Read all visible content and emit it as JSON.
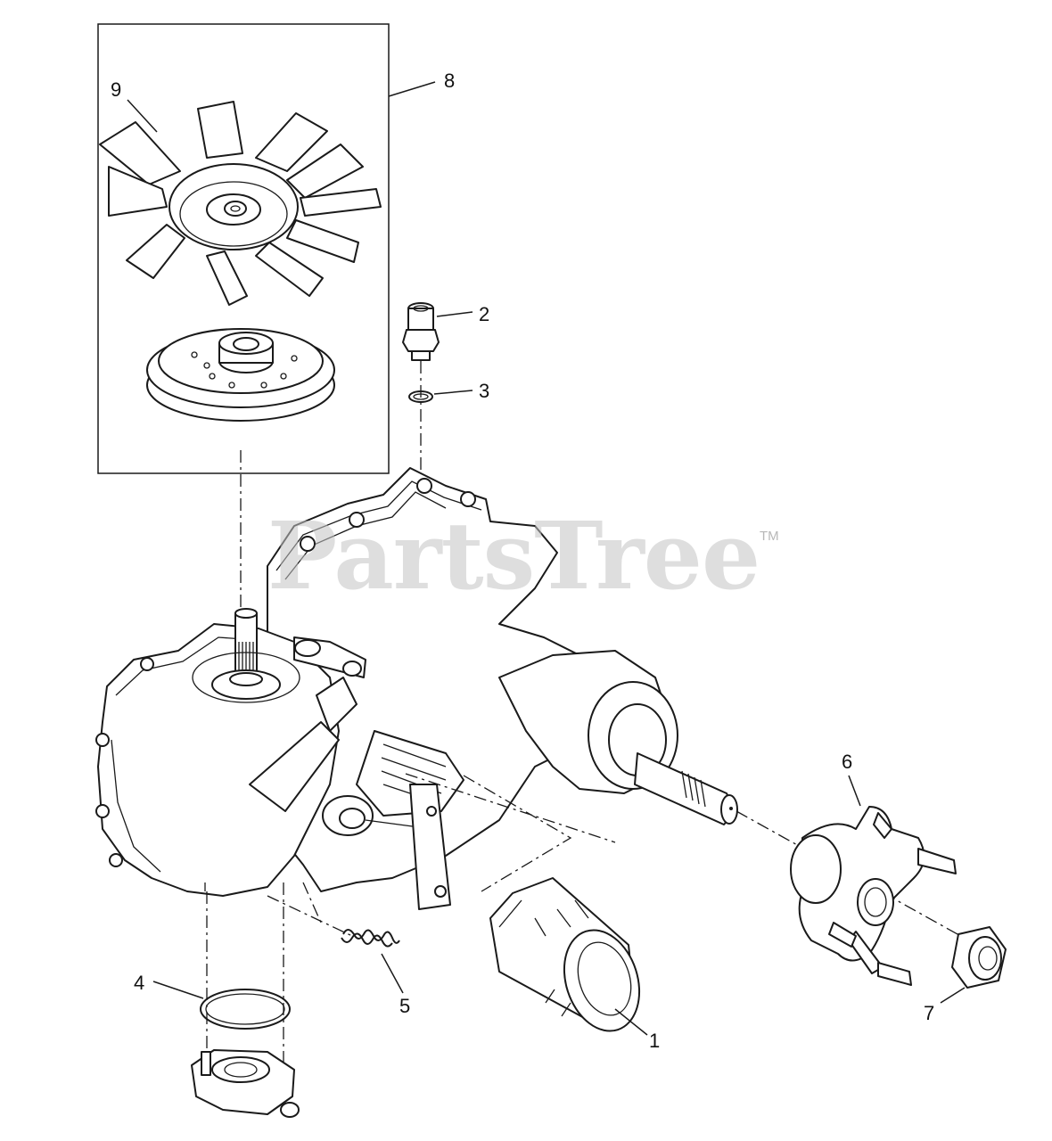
{
  "diagram": {
    "callouts": [
      "1",
      "2",
      "3",
      "4",
      "5",
      "6",
      "7",
      "8",
      "9"
    ],
    "watermark": "PartsTree",
    "trademark": "TM"
  },
  "colors": {
    "line": "#1a1a1a",
    "watermark": "#c4c4c4",
    "background": "#ffffff"
  }
}
